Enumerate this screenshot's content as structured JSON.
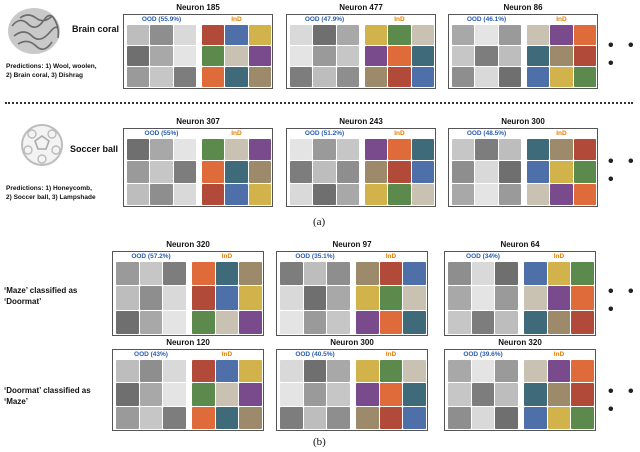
{
  "part_a": {
    "caption": "(a)",
    "rows": [
      {
        "class_name": "Brain coral",
        "predictions": [
          "Predictions: 1) Wool, woolen,",
          "2) Brain coral, 3) Dishrag"
        ],
        "panels": [
          {
            "neuron": "Neuron 185",
            "ood": "OOD (55.9%)",
            "ind": "InD"
          },
          {
            "neuron": "Neuron 477",
            "ood": "OOD (47.9%)",
            "ind": "InD"
          },
          {
            "neuron": "Neuron 86",
            "ood": "OOD (46.1%)",
            "ind": "InD"
          }
        ]
      },
      {
        "class_name": "Soccer ball",
        "predictions": [
          "Predictions: 1) Honeycomb,",
          "2) Soccer ball, 3) Lampshade"
        ],
        "panels": [
          {
            "neuron": "Neuron 307",
            "ood": "OOD (55%)",
            "ind": "InD"
          },
          {
            "neuron": "Neuron 243",
            "ood": "OOD (51.2%)",
            "ind": "InD"
          },
          {
            "neuron": "Neuron 300",
            "ood": "OOD (48.5%)",
            "ind": "InD"
          }
        ]
      }
    ]
  },
  "part_b": {
    "caption": "(b)",
    "rows": [
      {
        "label_lines": [
          "‘Maze’ classified as",
          "‘Doormat’"
        ],
        "panels": [
          {
            "neuron": "Neuron 320",
            "ood": "OOD (57.2%)",
            "ind": "InD"
          },
          {
            "neuron": "Neuron 97",
            "ood": "OOD (35.1%)",
            "ind": "InD"
          },
          {
            "neuron": "Neuron 64",
            "ood": "OOD (34%)",
            "ind": "InD"
          }
        ]
      },
      {
        "label_lines": [
          "‘Doormat’ classified as",
          "‘Maze’"
        ],
        "panels": [
          {
            "neuron": "Neuron 120",
            "ood": "OOD (43%)",
            "ind": "InD"
          },
          {
            "neuron": "Neuron 300",
            "ood": "OOD (40.5%)",
            "ind": "InD"
          },
          {
            "neuron": "Neuron 320",
            "ood": "OOD (39.6%)",
            "ind": "InD"
          }
        ]
      }
    ]
  },
  "ellipsis": "• • •",
  "colors": {
    "ood": "#2a5db0",
    "ind": "#e67e00"
  }
}
